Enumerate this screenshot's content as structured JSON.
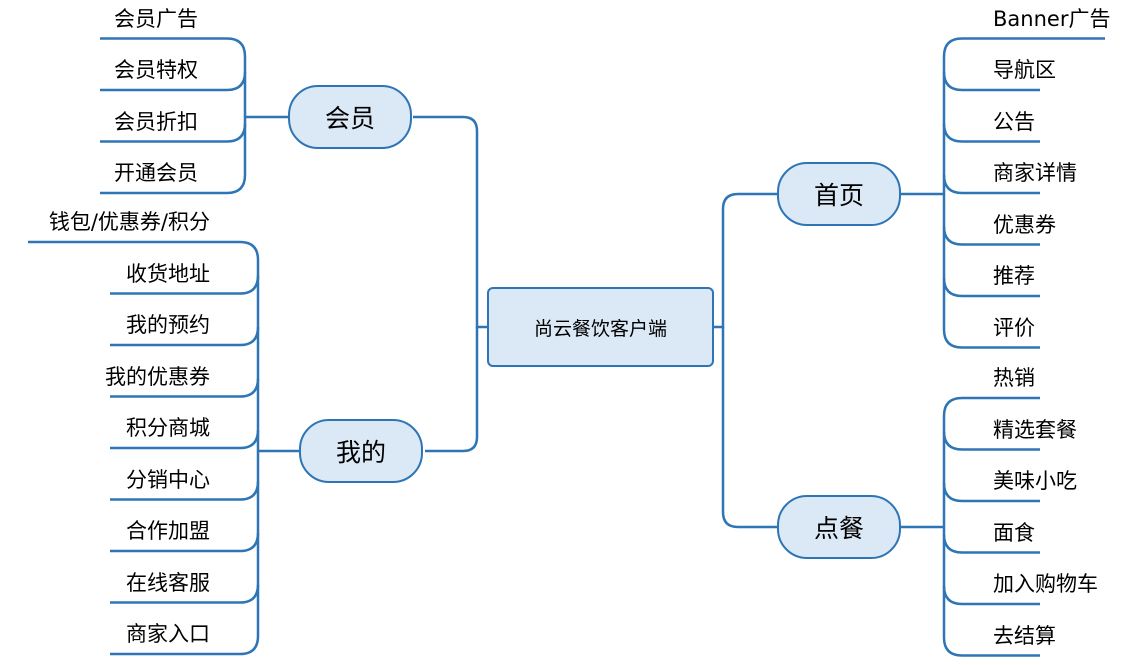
{
  "root": "尚云餐饮客户端",
  "colors": {
    "line": "#2e75b6",
    "fill": "#dbe8f5",
    "text": "#000000"
  },
  "branches": {
    "member": {
      "label": "会员",
      "items": [
        "会员广告",
        "会员特权",
        "会员折扣",
        "开通会员"
      ]
    },
    "mine": {
      "label": "我的",
      "items": [
        "钱包/优惠券/积分",
        "收货地址",
        "我的预约",
        "我的优惠券",
        "积分商城",
        "分销中心",
        "合作加盟",
        "在线客服",
        "商家入口"
      ]
    },
    "home": {
      "label": "首页",
      "items": [
        "Banner广告",
        "导航区",
        "公告",
        "商家详情",
        "优惠券",
        "推荐",
        "评价"
      ]
    },
    "order": {
      "label": "点餐",
      "items": [
        "热销",
        "精选套餐",
        "美味小吃",
        "面食",
        "加入购物车",
        "去结算"
      ]
    }
  }
}
